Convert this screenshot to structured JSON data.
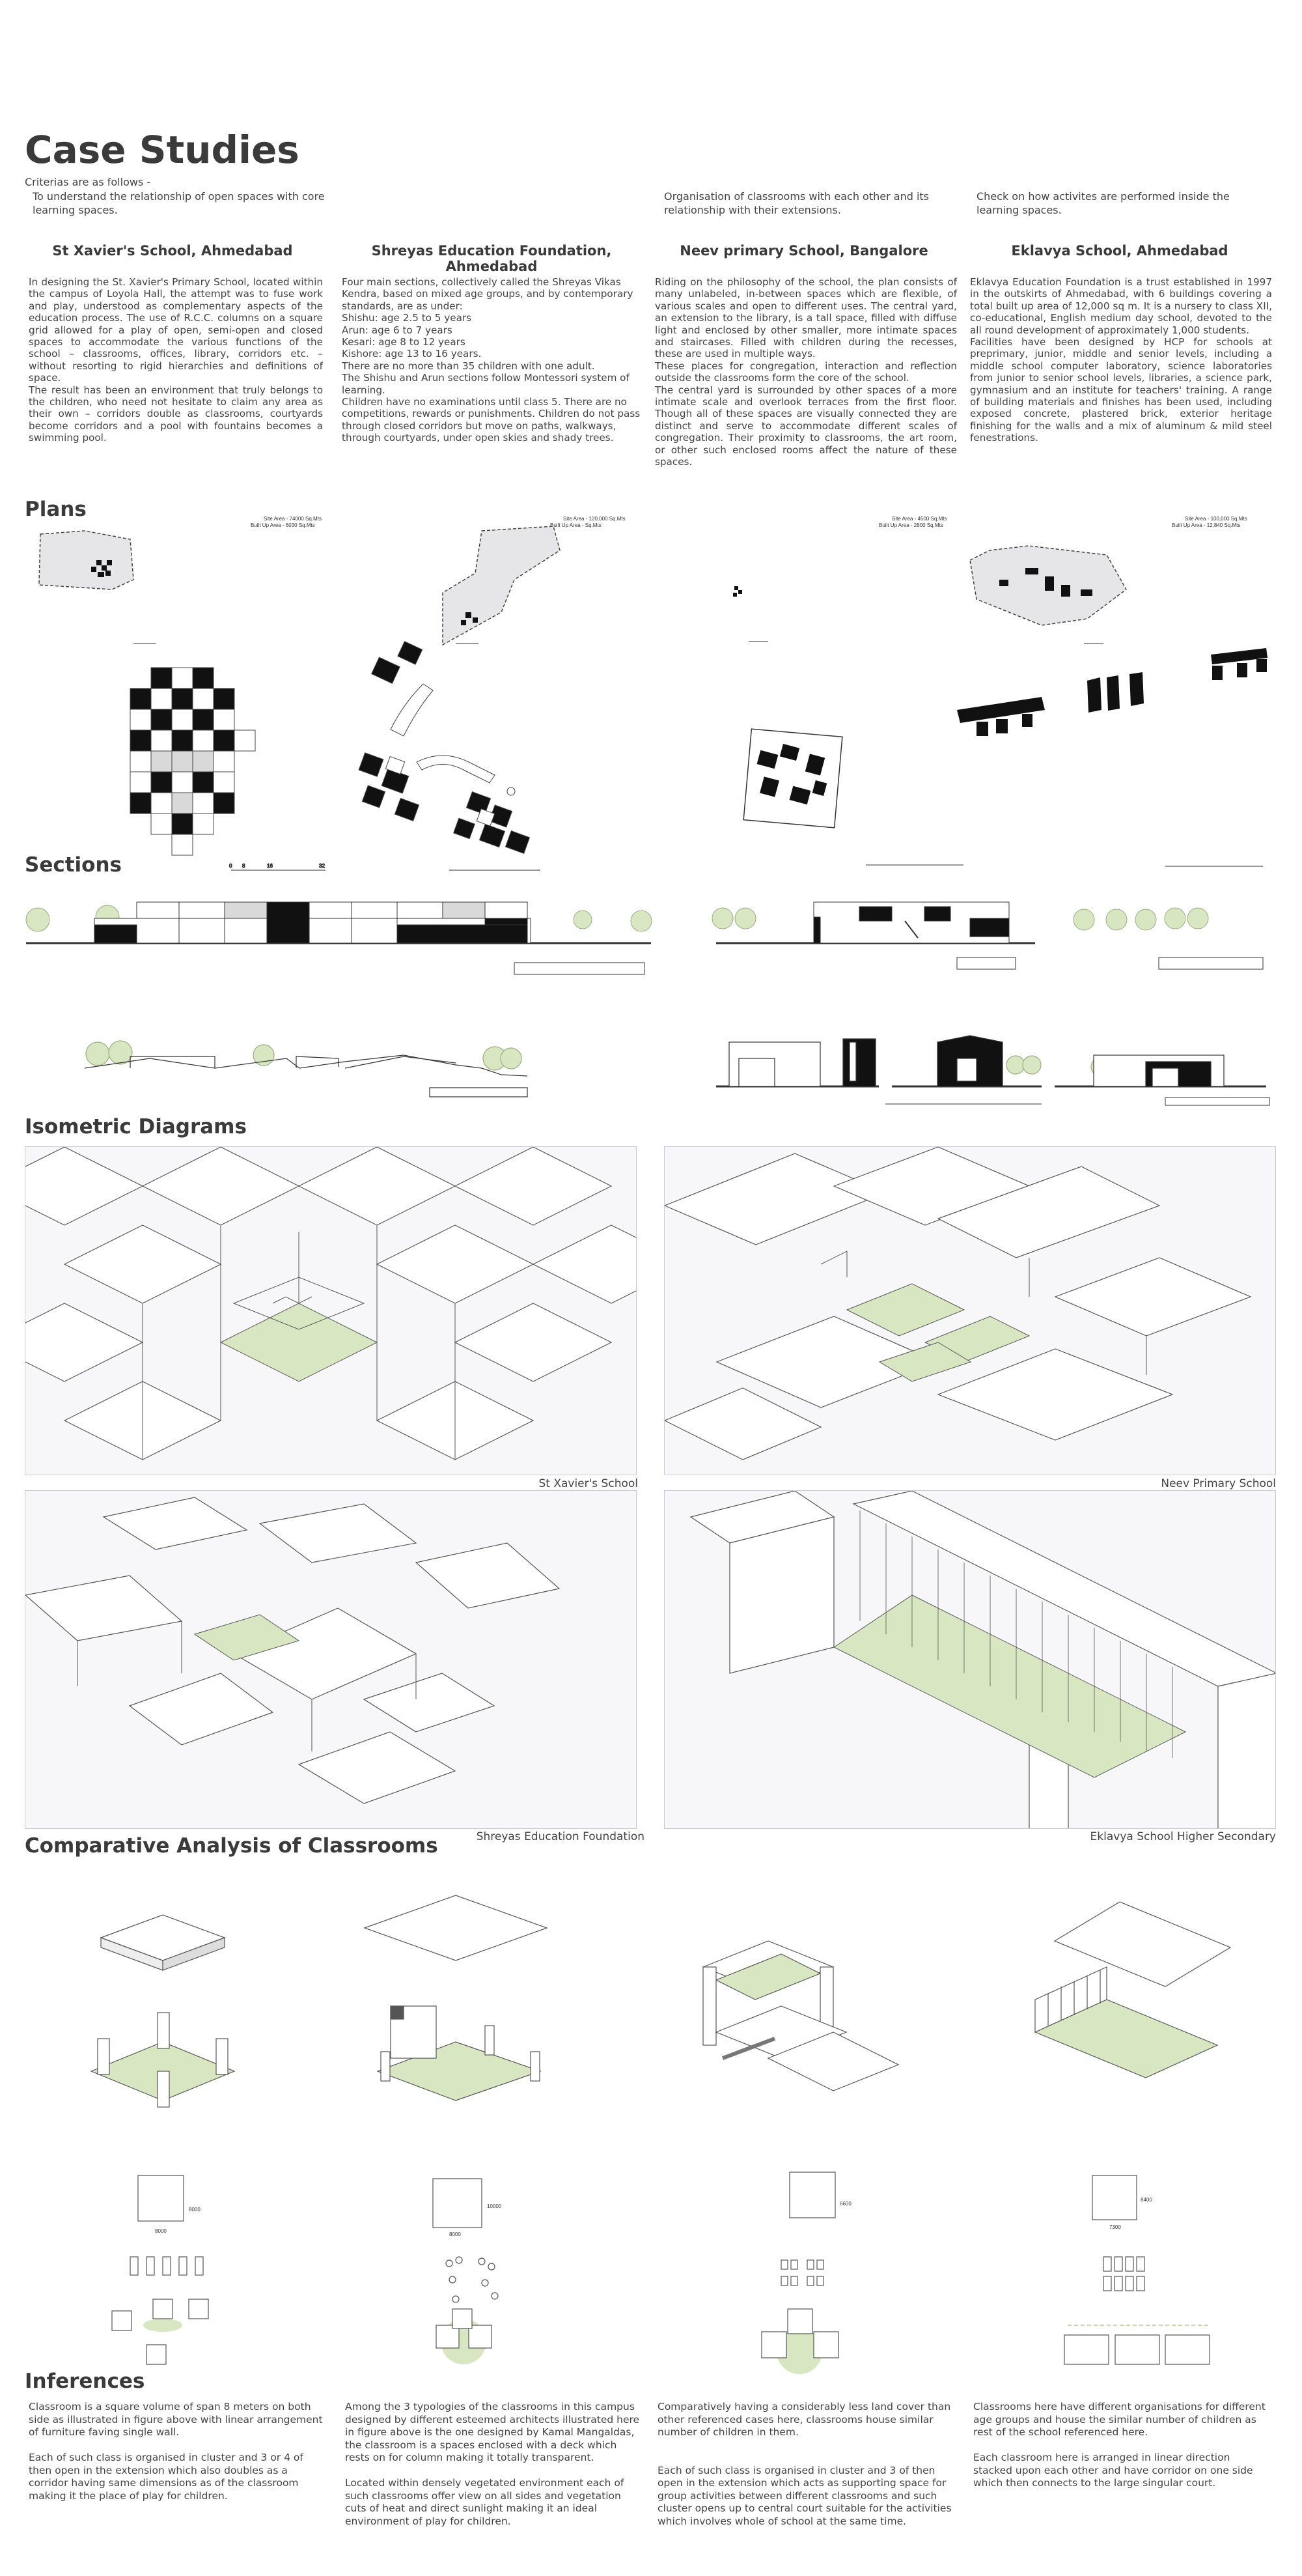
{
  "header": {
    "title": "Case Studies",
    "criteria_heading": "Criterias are as follows -",
    "criteria": [
      "To understand the relationship of open spaces with core learning spaces.",
      "Organisation of classrooms with each other and its relationship with their extensions.",
      "Check on how activites are performed inside the learning spaces."
    ]
  },
  "cases": [
    {
      "title": "St Xavier's School, Ahmedabad",
      "body": "In designing the St. Xavier's Primary School, located within the campus of Loyola Hall, the attempt was to fuse work and play, understood as complementary aspects of the education process. The use of R.C.C. columns on a square grid allowed for a play of open, semi-open and closed spaces to accommodate the various functions of the school – classrooms, offices, library, corridors etc. – without resorting to rigid hierarchies and definitions of space.\nThe result has been an environment that truly belongs to the children, who need not hesitate to claim any area as their own – corridors double as classrooms, courtyards become corridors and a pool with fountains becomes a swimming pool."
    },
    {
      "title": "Shreyas Education Foundation, Ahmedabad",
      "body": "Four main sections, collectively called the Shreyas Vikas Kendra, based on mixed age groups, and by contemporary standards, are as under:\nShishu: age 2.5 to 5 years\nArun: age 6 to 7 years\nKesari: age 8 to 12 years\nKishore: age 13 to 16 years.\nThere are no more than 35 children with one adult.\nThe Shishu and Arun sections follow Montessori system of learning.\nChildren have no examinations until class 5. There are no competitions, rewards or punishments. Children do not pass through closed corridors but move on paths, walkways, through courtyards, under open skies and shady trees."
    },
    {
      "title": "Neev primary School, Bangalore",
      "body": "Riding on the philosophy of the school, the plan consists of many unlabeled, in-between spaces which are flexible, of various scales and open to different uses. The central yard, an extension to the library, is a tall space, filled with diffuse light and enclosed by other smaller, more intimate spaces and staircases. Filled with children during the recesses, these are used in multiple ways.\nThese places for congregation, interaction and reflection outside the classrooms form the core of the school.\nThe central yard is surrounded by other spaces of a more intimate scale and overlook terraces from the first floor. Though all of these spaces are visually connected they are distinct and serve to accommodate different scales of congregation. Their proximity to classrooms, the art room, or other such enclosed rooms affect the nature of these spaces."
    },
    {
      "title": "Eklavya School, Ahmedabad",
      "body": "Eklavya Education Foundation is a trust established in 1997 in the outskirts of Ahmedabad, with 6 buildings covering a total built up area of 12,000 sq m. It is a nursery to class XII, co-educational, English medium day school, devoted to the all round development of approximately 1,000 students.\nFacilities have been designed by HCP for schools at preprimary, junior, middle and senior levels, including a middle school computer laboratory, science laboratories from junior to senior school levels, libraries, a science park, gymnasium and an institute for teachers' training. A range of building materials and finishes has been used, including exposed concrete, plastered brick, exterior heritage finishing for the walls and a mix of aluminum & mild steel fenestrations."
    }
  ],
  "sections": {
    "plans": "Plans",
    "sections": "Sections",
    "isometric": "Isometric Diagrams",
    "comparative": "Comparative Analysis of Classrooms",
    "inferences": "Inferences"
  },
  "plan_notes": [
    {
      "site": "Site Area - 74000 Sq.Mts",
      "built": "Built Up Area - 6030 Sq.Mts"
    },
    {
      "site": "Site Area - 120,000 Sq.Mts",
      "built": "Built Up Area - Sq.Mts"
    },
    {
      "site": "Site Area - 4500 Sq.Mts",
      "built": "Built Up Area - 2800 Sq.Mts"
    },
    {
      "site": "Site Area - 100,000 Sq.Mts",
      "built": "Built Up Area - 12,840 Sq.Mts"
    }
  ],
  "scale_labels": [
    "0",
    "8",
    "16",
    "32"
  ],
  "isometric_captions": [
    "St Xavier's School",
    "Neev Primary School",
    "Shreyas Education Foundation",
    "Eklavya School Higher Secondary"
  ],
  "classroom_dims": [
    {
      "w": "8000",
      "h": "8000"
    },
    {
      "w": "8000",
      "h": "10000"
    },
    {
      "w": "",
      "h": "6600"
    },
    {
      "w": "7300",
      "h": "8400"
    }
  ],
  "inferences": [
    "Classroom is a square volume of span 8 meters on both side as illustrated in figure above with linear arrangement of furniture faving single wall.\n\nEach of such class is organised in cluster and 3 or 4 of then open in the extension which also doubles as a corridor having same dimensions as of the classroom making it the place of play for children.",
    "Among the 3 typologies of the classrooms in this campus designed by different esteemed architects illustrated here in figure above is the one designed by Kamal Mangaldas, the classroom is a spaces enclosed with a deck which rests on for column making it totally transparent.\n\nLocated within densely vegetated environment each of such classrooms offer view on all sides and vegetation cuts of heat and direct sunlight making it an ideal environment of play for children.",
    "Comparatively having a considerably less land cover than other referenced cases here, classrooms house similar number of children in them.\n\n\nEach of such class is organised in cluster and 3 of then open in the extension which acts as supporting space for group activities between different classrooms and such cluster opens up to central court suitable for the activities which involves whole of school at the same time.",
    "Classrooms here have different organisations for different age groups and house the similar number of children as rest of the school referenced here.\n\nEach classroom here is arranged in linear direction stacked upon each other and have corridor on one side which then connects to the large singular court."
  ],
  "colors": {
    "green": "#d8e6c1",
    "dark": "#1a1a1a",
    "grey": "#d9d9d9",
    "line": "#555555"
  }
}
